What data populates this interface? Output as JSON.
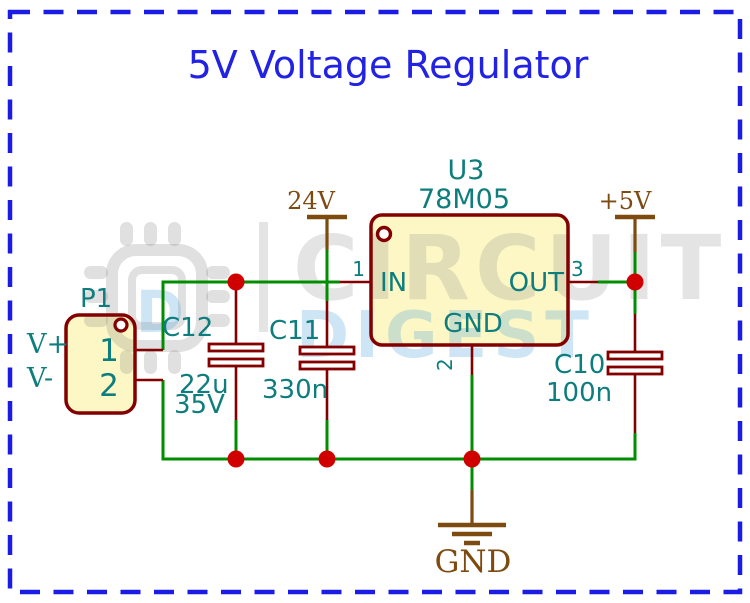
{
  "title": "5V Voltage Regulator",
  "schematic": {
    "regulator": {
      "ref": "U3",
      "part": "78M05",
      "pins": {
        "in": {
          "number": "1",
          "name": "IN"
        },
        "gnd": {
          "number": "2",
          "name": "GND"
        },
        "out": {
          "number": "3",
          "name": "OUT"
        }
      }
    },
    "input_connector": {
      "ref": "P1",
      "pin1": "1",
      "pin2": "2",
      "net_plus": "V+",
      "net_minus": "V-"
    },
    "capacitors": {
      "c12": {
        "ref": "C12",
        "value": "22u",
        "voltage": "35V"
      },
      "c11": {
        "ref": "C11",
        "value": "330n"
      },
      "c10": {
        "ref": "C10",
        "value": "100n"
      }
    },
    "power_flags": {
      "input": "24V",
      "output": "+5V",
      "ground": "GND"
    }
  },
  "watermark": {
    "word1": "CIRCUIT",
    "word2": "DIGEST",
    "logo_letter": "D"
  },
  "colors": {
    "wire": "#008d00",
    "symbol_outline": "#840000",
    "junction": "#d10000",
    "label_teal": "#0e7d7d",
    "power_brown": "#7d4a10",
    "title_blue": "#2222e4",
    "border_blue": "#1b1be6",
    "component_fill": "#fcf7c5"
  }
}
